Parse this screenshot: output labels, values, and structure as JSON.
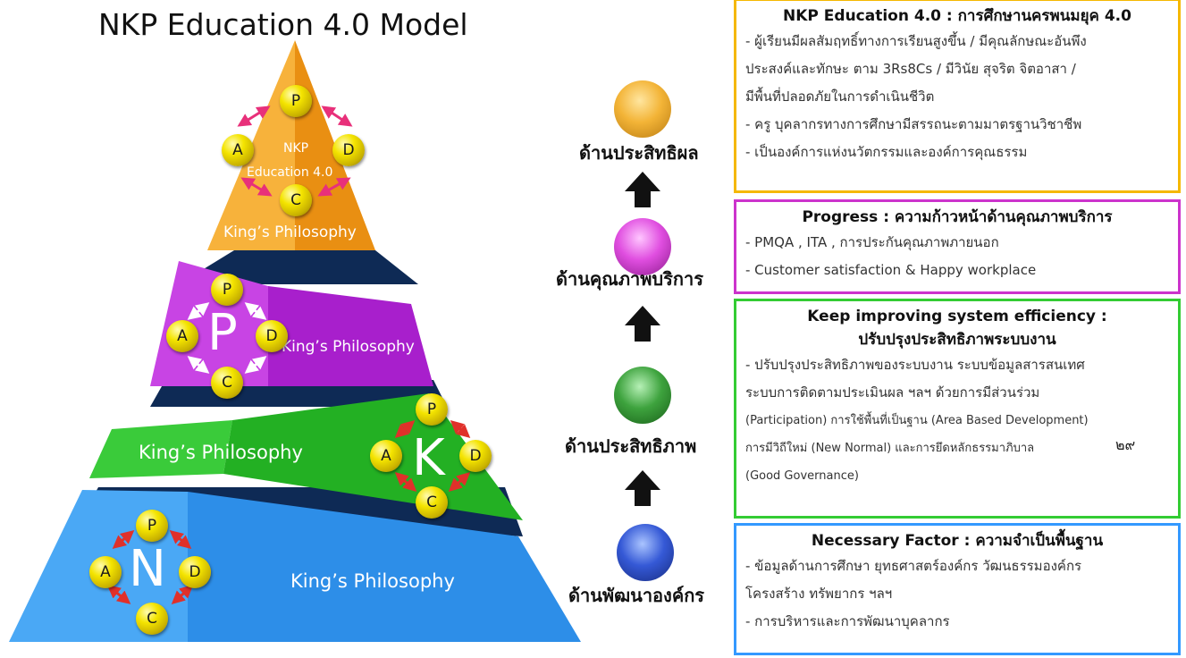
{
  "title": "NKP Education 4.0  Model",
  "pyramid": {
    "top": {
      "center_line1": "NKP",
      "center_line2": "Education 4.0",
      "philosophy": "King’s Philosophy"
    },
    "p_layer": {
      "letter": "P",
      "philosophy": "King’s Philosophy"
    },
    "k_layer": {
      "letter": "K",
      "philosophy": "King’s Philosophy"
    },
    "n_layer": {
      "letter": "N",
      "philosophy": "King’s Philosophy"
    },
    "pdca": {
      "p": "P",
      "d": "D",
      "c": "C",
      "a": "A"
    }
  },
  "levels": {
    "effectiveness": "ด้านประสิทธิผล",
    "service": "ด้านคุณภาพบริการ",
    "efficiency": "ด้านประสิทธิภาพ",
    "organization": "ด้านพัฒนาองค์กร"
  },
  "boxes": {
    "top": {
      "title": "NKP Education 4.0 : การศึกษานครพนมยุค 4.0",
      "lines": [
        "- ผู้เรียนมีผลสัมฤทธิ์ทางการเรียนสูงขึ้น / มีคุณลักษณะอันพึง",
        "ประสงค์และทักษะ ตาม 3Rs8Cs / มีวินัย สุจริต จิตอาสา /",
        "มีพื้นที่ปลอดภัยในการดำเนินชีวิต",
        "- ครู บุคลากรทางการศึกษามีสรรถนะตามมาตรฐานวิชาชีพ",
        "- เป็นองค์การแห่งนวัตกรรมและองค์การคุณธรรม"
      ]
    },
    "progress": {
      "title": "Progress : ความก้าวหน้าด้านคุณภาพบริการ",
      "lines": [
        "- PMQA , ITA  , การประกันคุณภาพภายนอก",
        "- Customer satisfaction & Happy workplace"
      ]
    },
    "keep": {
      "title1": "Keep improving system efficiency :",
      "title2": "ปรับปรุงประสิทธิภาพระบบงาน",
      "lines": [
        "- ปรับปรุงประสิทธิภาพของระบบงาน ระบบข้อมูลสารสนเทศ",
        "ระบบการติดตามประเมินผล ฯลฯ ด้วยการมีส่วนร่วม",
        "(Participation) การใช้พื้นที่เป็นฐาน (Area Based Development)",
        "การมีวิถีใหม่ (New Normal) และการยึดหลักธรรมาภิบาล",
        "(Good Governance)"
      ],
      "stamp": "๒๙"
    },
    "necessary": {
      "title": "Necessary Factor : ความจำเป็นพื้นฐาน",
      "lines": [
        "- ข้อมูลด้านการศึกษา ยุทธศาสตร์องค์กร วัฒนธรรมองค์กร",
        "โครงสร้าง ทรัพยากร ฯลฯ",
        "- การบริหารและการพัฒนาบุคลากร"
      ]
    }
  },
  "colors": {
    "orange": "#f5a31a",
    "purple": "#bb22dd",
    "green": "#22bb22",
    "blue": "#3399ee",
    "navy": "#0e2a55",
    "arrow_pink": "#e8307a",
    "arrow_red": "#e0302a"
  }
}
